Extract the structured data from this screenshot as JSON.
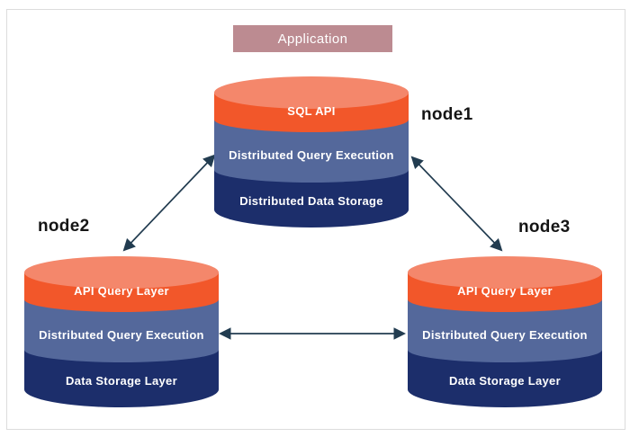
{
  "application": {
    "label": "Application"
  },
  "nodes": [
    {
      "name": "node1",
      "layers": [
        "SQL API",
        "Distributed Query Execution",
        "Distributed Data Storage"
      ]
    },
    {
      "name": "node2",
      "layers": [
        "API Query Layer",
        "Distributed Query Execution",
        "Data Storage Layer"
      ]
    },
    {
      "name": "node3",
      "layers": [
        "API Query Layer",
        "Distributed Query Execution",
        "Data Storage Layer"
      ]
    }
  ],
  "colors": {
    "orange": "#F2572A",
    "salmon": "#F4876B",
    "slate": "#54689B",
    "navy": "#1C2E6B",
    "arrow": "#223C50",
    "application-bg": "#BC8B91",
    "label-text": "#151515",
    "layer-text": "#FFFFFF"
  }
}
